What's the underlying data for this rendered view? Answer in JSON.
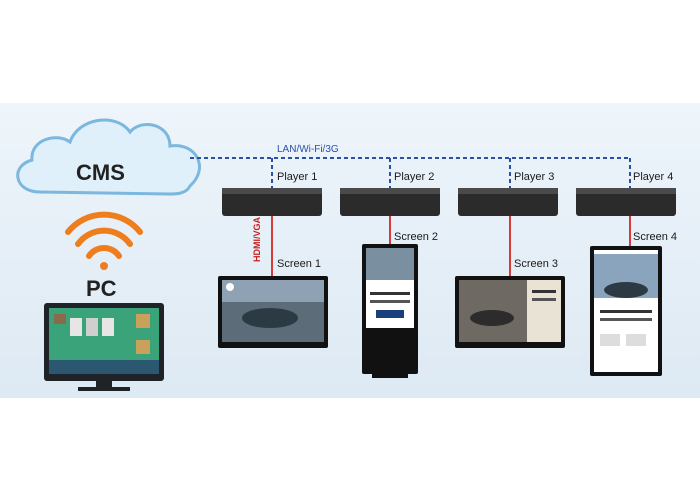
{
  "diagram": {
    "cms_label": "CMS",
    "pc_label": "PC",
    "network_label": "LAN/Wi-Fi/3G",
    "cable_label": "HDMI/VGA",
    "players": [
      {
        "label": "Player 1"
      },
      {
        "label": "Player 2"
      },
      {
        "label": "Player 3"
      },
      {
        "label": "Player 4"
      }
    ],
    "screens": [
      {
        "label": "Screen 1"
      },
      {
        "label": "Screen 2"
      },
      {
        "label": "Screen 3"
      },
      {
        "label": "Screen 4"
      }
    ]
  },
  "colors": {
    "network_line": "#2a4fa8",
    "cable_line": "#d63a3a",
    "wifi_icon": "#ee7d1e",
    "cloud": "#dff0fb",
    "cloud_stroke": "#7bb7de"
  }
}
